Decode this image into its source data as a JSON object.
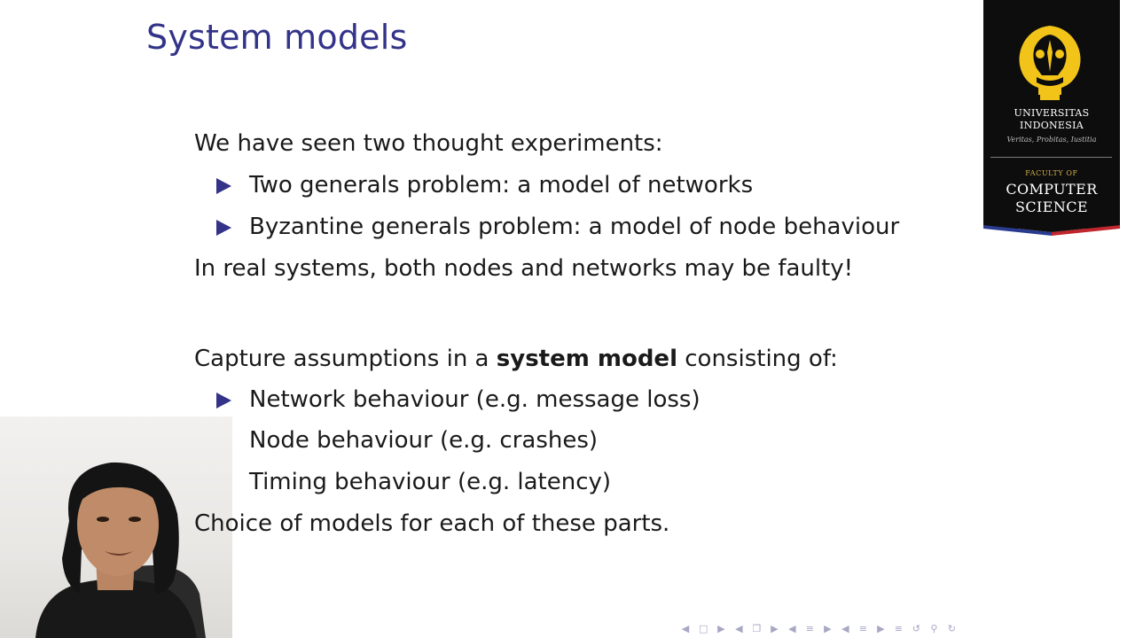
{
  "slide": {
    "title": "System models",
    "intro": "We have seen two thought experiments:",
    "intro_bullets": [
      "Two generals problem: a model of networks",
      "Byzantine generals problem: a model of node behaviour"
    ],
    "statement": "In real systems, both nodes and networks may be faulty!",
    "capture_prefix": "Capture assumptions in a ",
    "capture_bold": "system model",
    "capture_suffix": " consisting of:",
    "model_bullets": [
      "Network behaviour (e.g. message loss)",
      "Node behaviour (e.g. crashes)",
      "Timing behaviour (e.g. latency)"
    ],
    "closing": "Choice of models for each of these parts."
  },
  "logo": {
    "university_line1": "UNIVERSITAS",
    "university_line2": "INDONESIA",
    "motto": "Veritas, Probitas, Iustitia",
    "faculty_of": "FACULTY OF",
    "faculty_line1": "COMPUTER",
    "faculty_line2": "SCIENCE",
    "colors": {
      "panel": "#0d0d0d",
      "emblem": "#f2c318",
      "stripe_blue": "#2a3b8f",
      "stripe_red": "#c0262d"
    }
  },
  "theme": {
    "title_color": "#33338a",
    "bullet_color": "#33338a",
    "text_color": "#1a1a1a",
    "nav_color": "#a7a7c6"
  },
  "nav": {
    "icons": [
      "nav-first-icon",
      "nav-frame-icon",
      "nav-prev-icon",
      "nav-subsection-icon",
      "nav-next-icon",
      "nav-section-prev-icon",
      "nav-section-icon",
      "nav-section-next-icon",
      "nav-subsec-prev-icon",
      "nav-subsec-icon",
      "nav-subsec-next-icon",
      "nav-align-icon",
      "nav-back-icon",
      "nav-search-icon",
      "nav-forward-icon"
    ]
  }
}
